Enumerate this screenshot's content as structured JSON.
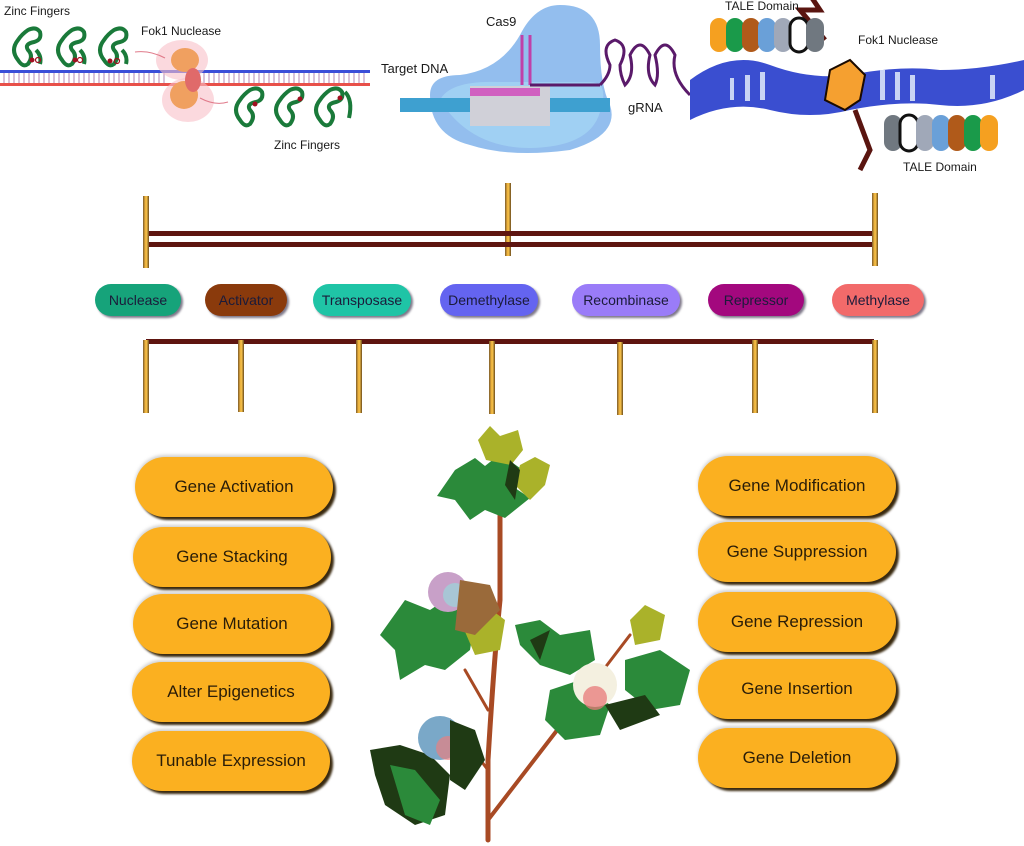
{
  "panels": {
    "zfn": {
      "labels": {
        "zinc_fingers_top": "Zinc Fingers",
        "fok1": "Fok1 Nuclease",
        "zinc_fingers_bottom": "Zinc Fingers"
      }
    },
    "crispr": {
      "labels": {
        "cas9": "Cas9",
        "target_dna": "Target DNA",
        "grna": "gRNA"
      }
    },
    "talen": {
      "labels": {
        "tale_top": "TALE Domain",
        "fok1": "Fok1 Nuclease",
        "tale_bottom": "TALE Domain"
      }
    }
  },
  "effectors": [
    {
      "label": "Nuclease",
      "color": "#16a37a"
    },
    {
      "label": "Activator",
      "color": "#8a3a0c"
    },
    {
      "label": "Transposase",
      "color": "#1fc4a6"
    },
    {
      "label": "Demethylase",
      "color": "#6464f0"
    },
    {
      "label": "Recombinase",
      "color": "#9a7cf8"
    },
    {
      "label": "Repressor",
      "color": "#a3087e"
    },
    {
      "label": "Methylase",
      "color": "#f26a6a"
    }
  ],
  "applications_left": [
    "Gene Activation",
    "Gene Stacking",
    "Gene Mutation",
    "Alter Epigenetics",
    "Tunable Expression"
  ],
  "applications_right": [
    "Gene Modification",
    "Gene Suppression",
    "Gene Repression",
    "Gene Insertion",
    "Gene Deletion"
  ],
  "colors": {
    "connector": "#5e1510",
    "post": "#f0b43c",
    "application_box": "#fbb020"
  }
}
